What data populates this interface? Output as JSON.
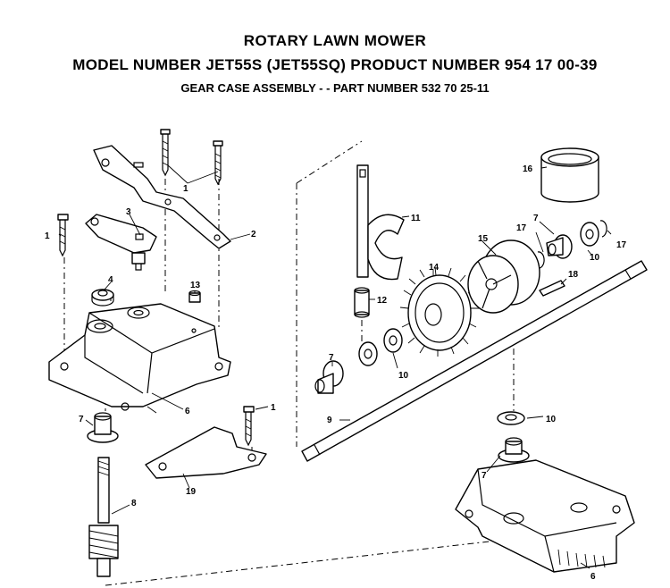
{
  "header": {
    "line1": "ROTARY LAWN MOWER",
    "line2": "MODEL NUMBER JET55S (JET55SQ) PRODUCT NUMBER 954 17 00-39",
    "line3": "GEAR CASE ASSEMBLY - - PART NUMBER 532 70 25-11"
  },
  "callouts": {
    "c1a": "1",
    "c1b": "1",
    "c1c": "1",
    "c2": "2",
    "c3": "3",
    "c4": "4",
    "c6a": "6",
    "c6b": "6",
    "c7a": "7",
    "c7b": "7",
    "c7c": "7",
    "c7d": "7",
    "c8": "8",
    "c9": "9",
    "c10a": "10",
    "c10b": "10",
    "c10c": "10",
    "c11": "11",
    "c12": "12",
    "c13": "13",
    "c14": "14",
    "c15": "15",
    "c16": "16",
    "c17a": "17",
    "c17b": "17",
    "c18": "18",
    "c19": "19"
  }
}
